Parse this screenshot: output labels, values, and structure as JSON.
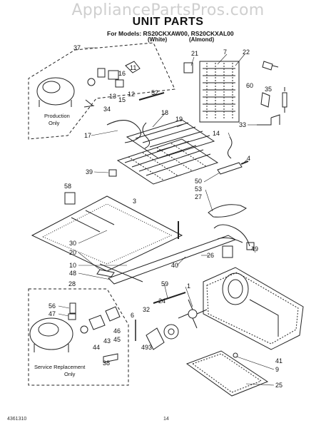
{
  "watermark": "AppliancePartsPros.com",
  "header": {
    "title": "UNIT PARTS",
    "models": "For Models: RS20CKXAW00, RS20CKXAL00",
    "variant_white": "(White)",
    "variant_almond": "(Almond)"
  },
  "notes": {
    "production_only_1": "Production",
    "production_only_2": "Only",
    "service_replacement_1": "Service Replacement",
    "service_replacement_2": "Only"
  },
  "callouts": {
    "c37": "37",
    "c21": "21",
    "c7": "7",
    "c22": "22",
    "c11": "11",
    "c16": "16",
    "c13": "13",
    "c15": "15",
    "c12": "12",
    "c34": "34",
    "c52": "52",
    "c60": "60",
    "c35": "35",
    "c18": "18",
    "c19": "19",
    "c17": "17",
    "c14": "14",
    "c33": "33",
    "c39": "39",
    "c58": "58",
    "c3": "3",
    "c4": "4",
    "c50": "50",
    "c53": "53",
    "c27": "27",
    "c30": "30",
    "c20": "20",
    "c10": "10",
    "c48": "48",
    "c26": "26",
    "c49": "49",
    "c40": "40",
    "c28": "28",
    "c59": "59",
    "c1": "1",
    "c56": "56",
    "c47": "47",
    "c6": "6",
    "c32": "32",
    "c24": "24",
    "c46": "46",
    "c45": "45",
    "c44": "44",
    "c43": "43",
    "c493": "493",
    "c38": "38",
    "c41": "41",
    "c9": "9",
    "c25": "25"
  },
  "footer": {
    "left": "4361310",
    "center": "14"
  }
}
